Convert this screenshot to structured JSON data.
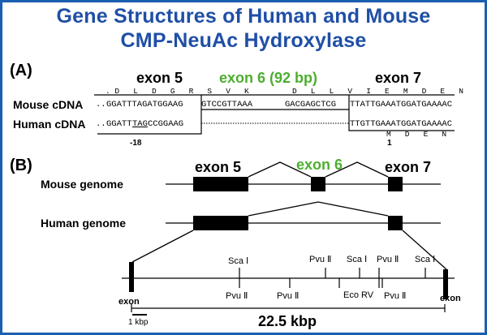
{
  "title": {
    "line1": "Gene Structures of Human and Mouse",
    "line2": "CMP-NeuAc Hydroxylase"
  },
  "panel_a": {
    "label": "(A)",
    "exon5_label": "exon 5",
    "exon6_label": "exon 6 (92 bp)",
    "exon7_label": "exon 7",
    "mouse_row_label": "Mouse cDNA",
    "human_row_label": "Human cDNA",
    "mouse_aa_left": ". D   L   D   G   R   S   V   K",
    "mouse_aa_right": "D   L   L   V   I   E   M   D   E   N",
    "mouse_seq_prefix": "..",
    "mouse_seq_exon5": "GGATTTAGATGGAAG",
    "mouse_seq_exon6a": "GTCCGTTAAA",
    "mouse_seq_exon6b": "GACGAGCTCG",
    "mouse_seq_exon7": "TTATTGAAATGGATGAAAAC",
    "human_seq_prefix": "..",
    "human_seq_exon5a": "GGATT",
    "human_seq_exon5b": "TAG",
    "human_seq_exon5c": "CCGGAAG",
    "human_seq_exon7": "TTGTTGAAATGGATGAAAAC",
    "human_aa": "M   D   E   N",
    "pos_minus18": "-18",
    "pos_1": "1"
  },
  "panel_b": {
    "label": "(B)",
    "exon5_label": "exon 5",
    "exon6_label": "exon 6",
    "exon7_label": "exon 7",
    "mouse_row_label": "Mouse  genome",
    "human_row_label": "Human  genome",
    "sites_top": [
      "Sca Ⅰ",
      "Pvu Ⅱ",
      "Sca Ⅰ",
      "Pvu Ⅱ",
      "Sca Ⅰ"
    ],
    "sites_bottom": [
      "Pvu  Ⅱ",
      "Pvu  Ⅱ",
      "Eco  RV",
      "Pvu  Ⅱ"
    ],
    "exon_left": "exon",
    "exon_right": "exon",
    "scale_label": "1 kbp",
    "span_label": "22.5 kbp"
  },
  "colors": {
    "title": "#1f4fa6",
    "frame": "#1a5fb0",
    "exon6_green": "#4cae2f"
  }
}
